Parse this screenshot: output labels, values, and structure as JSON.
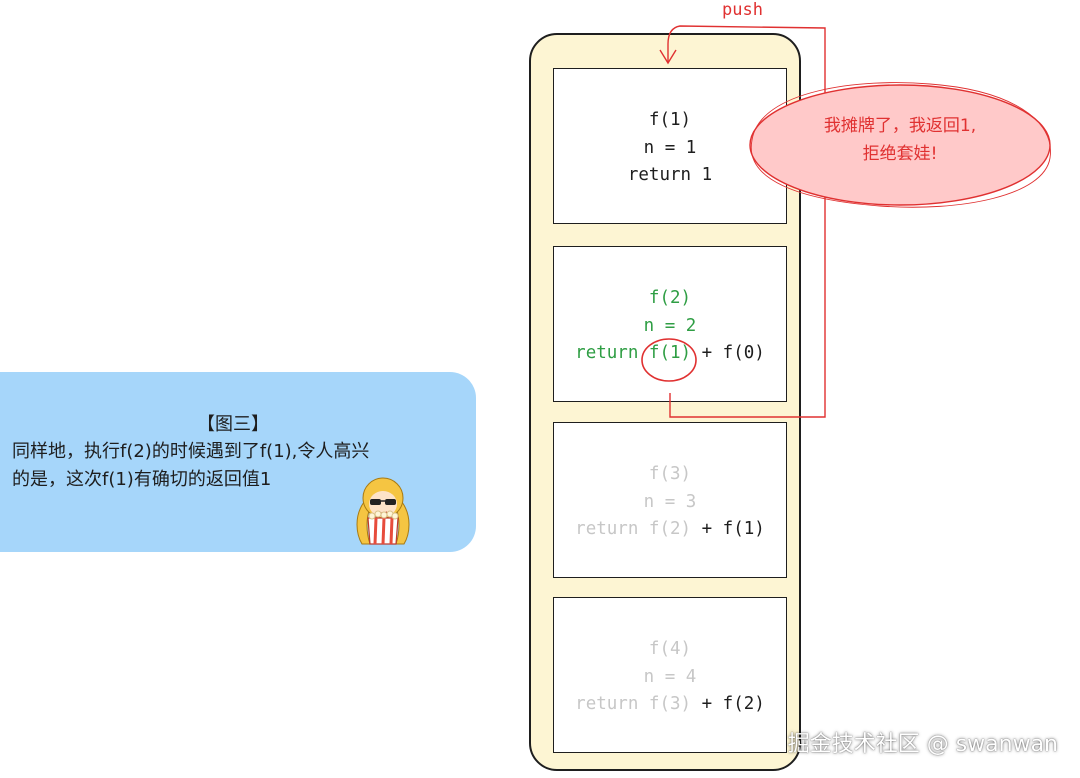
{
  "note": {
    "title": "【图三】",
    "line1": "同样地，执行f(2)的时候遇到了f(1),令人高兴",
    "line2": "的是，这次f(1)有确切的返回值1"
  },
  "frames": {
    "f1": {
      "call": "f(1)",
      "n": "n = 1",
      "ret": "return 1"
    },
    "f2": {
      "call": "f(2)",
      "n": "n = 2",
      "ret_a": "return ",
      "ret_b": "f(1)",
      "ret_c": " + f(0)"
    },
    "f3": {
      "call": "f(3)",
      "n": "n = 3",
      "ret_a": "return f(2)",
      "ret_b": " + f(1)"
    },
    "f4": {
      "call": "f(4)",
      "n": "n = 4",
      "ret_a": "return f(3)",
      "ret_b": " + f(2)"
    }
  },
  "bubble": {
    "line1": "我摊牌了，我返回1,",
    "line2": "拒绝套娃!"
  },
  "arrow_label": "push",
  "watermark": "掘金技术社区 @ swanwan",
  "colors": {
    "note_bg": "#a6d6fa",
    "stack_bg": "#fdf5d3",
    "active_green": "#2f9e44",
    "inactive_gray": "#c7c7c7",
    "annotation_red": "#e03131",
    "bubble_fill": "#ffc9c9"
  },
  "icons": {
    "sticker": "anime-girl-popcorn-sticker"
  }
}
